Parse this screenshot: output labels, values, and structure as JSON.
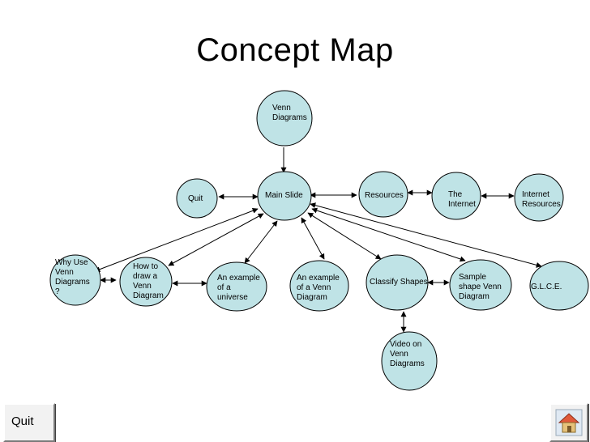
{
  "title": "Concept Map",
  "colors": {
    "node_fill": "#bfe3e6",
    "node_stroke": "#000000",
    "edge": "#000000"
  },
  "nodes": {
    "venn": "Venn\nDiagrams",
    "main": "Main Slide",
    "quit": "Quit",
    "resources": "Resources",
    "internet": "The\nInternet",
    "internet_resources": "Internet\nResources",
    "why": "Why Use\nVenn\nDiagrams\n?",
    "howto": "How to\ndraw a\nVenn\nDiagram",
    "universe": "An example\nof a\nuniverse",
    "example_venn": "An example\nof a Venn\nDiagram",
    "classify": "Classify Shapes",
    "sample": "Sample\nshape Venn\nDiagram",
    "glce": "G.L.C.E.",
    "video": "Video on\nVenn\nDiagrams"
  },
  "buttons": {
    "quit": "Quit",
    "home_icon": "home-icon"
  }
}
